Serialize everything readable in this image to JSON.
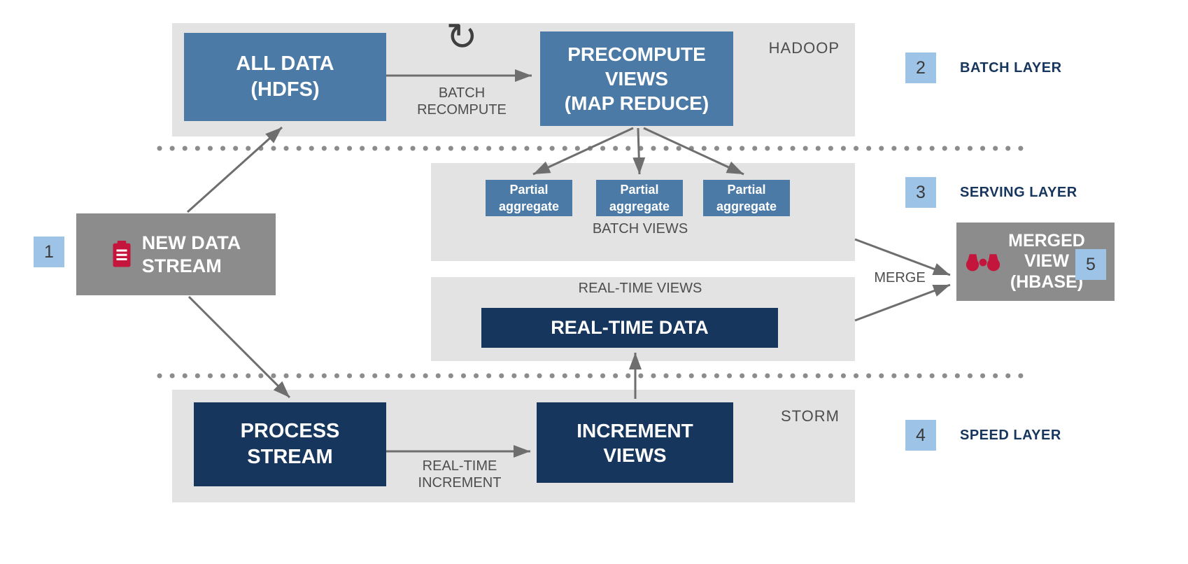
{
  "colors": {
    "steel_blue": "#4a7aa5",
    "navy": "#17365d",
    "gray_box": "#8c8c8c",
    "container_gray": "#e3e3e3",
    "marker_blue": "#9dc3e6",
    "icon_red": "#c4163c",
    "arrow_gray": "#6e6e6e",
    "label_gray": "#4d4d4d"
  },
  "icons": {
    "batch_recompute": {
      "name": "circular-refresh-icon",
      "glyph": "↻"
    },
    "new_data": {
      "name": "clipboard-icon"
    },
    "merged_view": {
      "name": "binoculars-icon"
    }
  },
  "batch_section": {
    "tag": "HADOOP",
    "all_data": "ALL DATA\n(HDFS)",
    "batch_recompute_label": "BATCH\nRECOMPUTE",
    "precompute_views": "PRECOMPUTE\nVIEWS\n(MAP REDUCE)"
  },
  "serving_section": {
    "partial_aggregates": [
      "Partial\naggregate",
      "Partial\naggregate",
      "Partial\naggregate"
    ],
    "batch_views_label": "BATCH VIEWS"
  },
  "realtime_section": {
    "label": "REAL-TIME VIEWS",
    "realtime_data": "REAL-TIME DATA"
  },
  "speed_section": {
    "tag": "STORM",
    "process_stream": "PROCESS\nSTREAM",
    "realtime_increment_label": "REAL-TIME\nINCREMENT",
    "increment_views": "INCREMENT\nVIEWS"
  },
  "left": {
    "new_data_stream": "NEW DATA\nSTREAM"
  },
  "right": {
    "merged_view": "MERGED\nVIEW\n(HBASE)",
    "merge_label": "MERGE"
  },
  "markers": {
    "m1": "1",
    "m2": "2",
    "m3": "3",
    "m4": "4",
    "m5": "5"
  },
  "layer_labels": {
    "batch": "BATCH LAYER",
    "serving": "SERVING LAYER",
    "speed": "SPEED LAYER"
  }
}
